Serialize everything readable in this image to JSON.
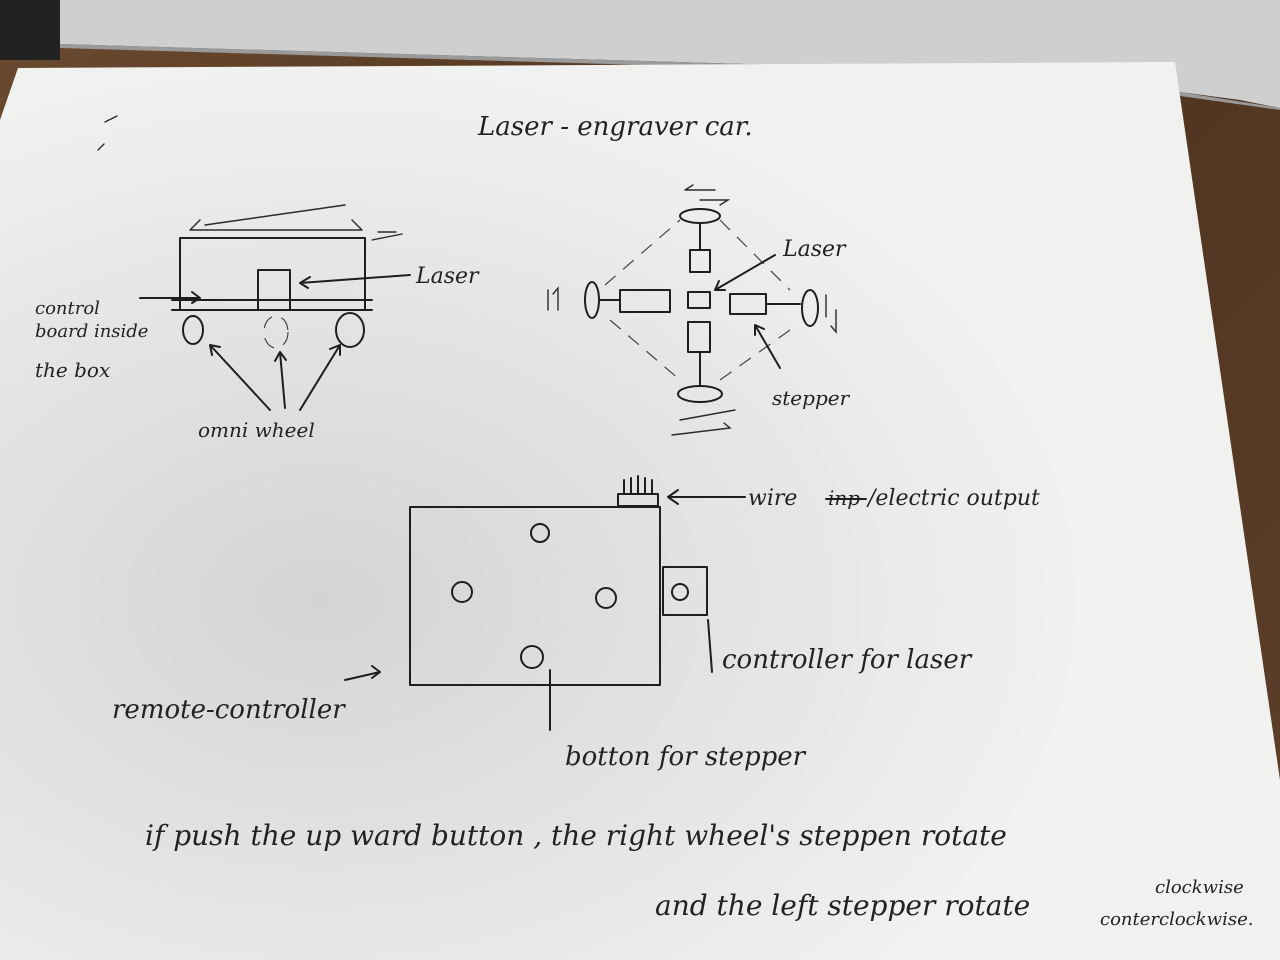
{
  "sketch": {
    "title": "Laser - engraver car.",
    "side_view": {
      "laser_label": "Laser",
      "control_board_label_1": "control",
      "control_board_label_2": "board inside",
      "control_board_label_3": "the box",
      "omni_wheel_label": "omni wheel"
    },
    "top_view": {
      "laser_label": "Laser",
      "stepper_label": "stepper"
    },
    "remote": {
      "wire_label": "wire",
      "wire_strike": "inp",
      "output_label": "/electric output",
      "controller_label": "controller for laser",
      "remote_label": "remote-controller",
      "button_label": "botton for stepper"
    },
    "note": {
      "line1": "if push the up ward button , the right wheel's steppen rotate",
      "line2_prefix": "and the left stepper rotate",
      "clockwise": "clockwise",
      "counter": "conterclockwise."
    }
  },
  "colors": {
    "paper": "#f2f2f0",
    "ink": "#1e1e1e",
    "desk": "#5a3c26",
    "laptop": "#c9c9c9"
  }
}
